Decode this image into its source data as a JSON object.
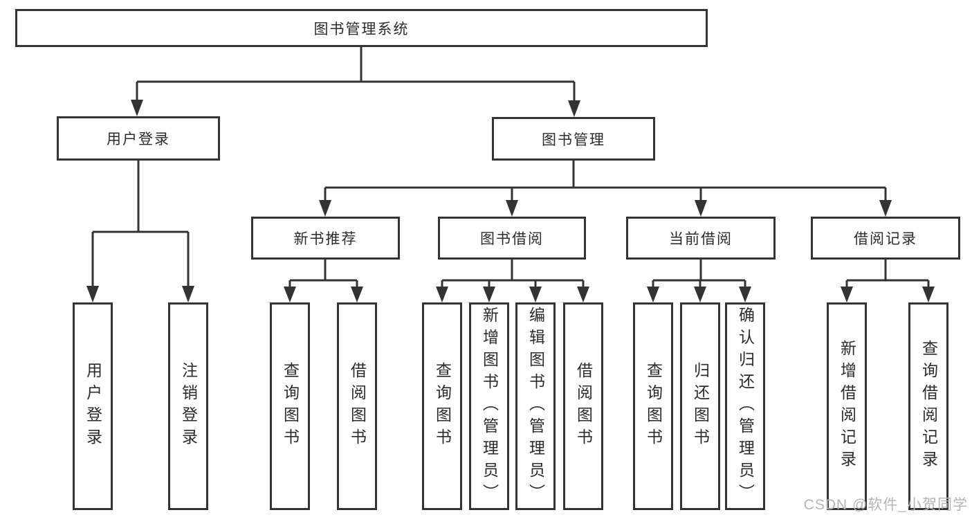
{
  "diagram": {
    "title": "图书管理系统",
    "level2": {
      "login": "用户登录",
      "manage": "图书管理"
    },
    "level3": {
      "recommend": "新书推荐",
      "borrow": "图书借阅",
      "current": "当前借阅",
      "records": "借阅记录"
    },
    "leaves": {
      "login": [
        "用户登录",
        "注销登录"
      ],
      "recommend": [
        "查询图书",
        "借阅图书"
      ],
      "borrow": [
        "查询图书",
        "新增图书（管理员）",
        "编辑图书（管理员）",
        "借阅图书"
      ],
      "current": [
        "查询图书",
        "归还图书",
        "确认归还（管理员）"
      ],
      "records": [
        "新增借阅记录",
        "查询借阅记录"
      ]
    }
  },
  "watermark": "CSDN @软件_小贺同学",
  "colors": {
    "line": "#333333",
    "text": "#2b2b2b",
    "watermark": "#b5b5b5",
    "background": "#ffffff"
  }
}
